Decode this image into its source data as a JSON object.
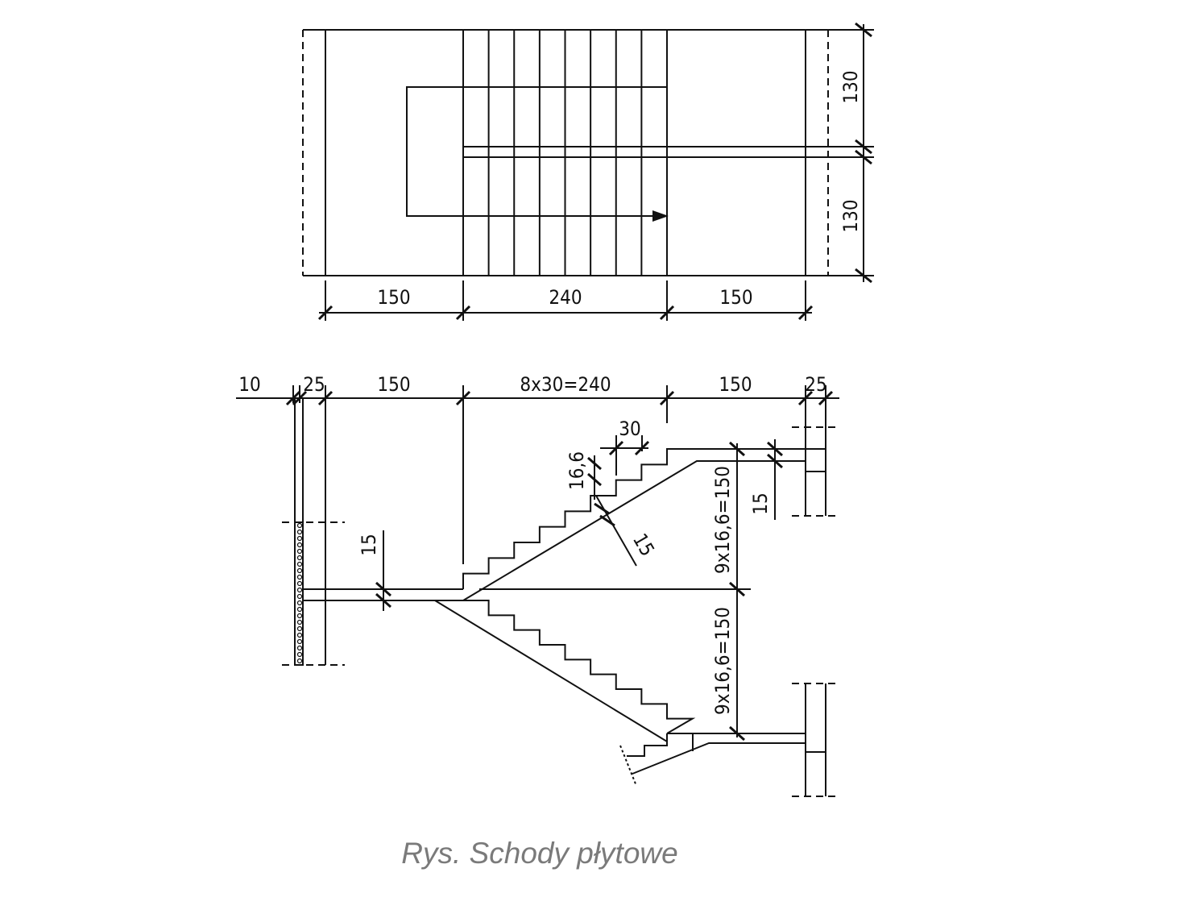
{
  "plan": {
    "dims_right": [
      "130",
      "130"
    ],
    "dims_bottom": [
      "150",
      "240",
      "150"
    ]
  },
  "section": {
    "top_dims": [
      "10",
      "25",
      "150",
      "8x30=240",
      "150",
      "25"
    ],
    "tread": "30",
    "riser": "16,6",
    "slab_thickness_left": "15",
    "slab_thickness_right": "15",
    "slab_thickness_normal": "15",
    "flight_height_upper": "9x16,6=150",
    "flight_height_lower": "9x16,6=150"
  },
  "caption": "Rys. Schody płytowe"
}
